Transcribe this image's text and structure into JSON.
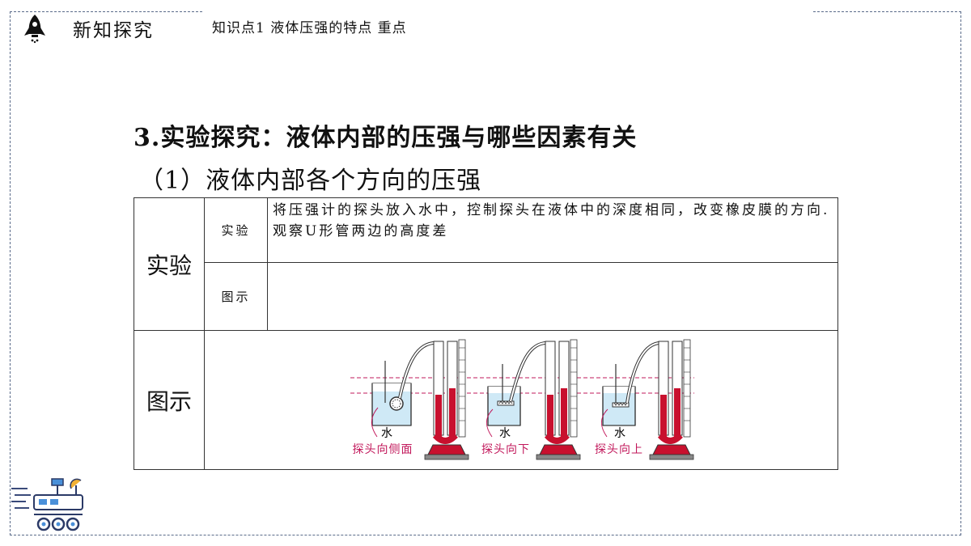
{
  "header": {
    "section_title": "新知探究",
    "knowledge_point": "知识点1  液体压强的特点  重点"
  },
  "content": {
    "heading": "3.实验探究：液体内部的压强与哪些因素有关",
    "subheading": "（1）液体内部各个方向的压强"
  },
  "table": {
    "row1_label": "实验",
    "sub_label_experiment": "实验",
    "experiment_text": "将压强计的探头放入水中，控制探头在液体中的深度相同，改变橡皮膜的方向.观察U形管两边的高度差",
    "sub_label_figure": "图示",
    "row2_label": "图示"
  },
  "figure": {
    "water_label": "水",
    "captions": [
      "探头向侧面",
      "探头向下",
      "探头向上"
    ],
    "accent_color": "#c2185b",
    "liquid_color": "#c8102e",
    "water_color": "#cfe9f6"
  },
  "icons": [
    "rocket-icon",
    "rover-icon"
  ]
}
